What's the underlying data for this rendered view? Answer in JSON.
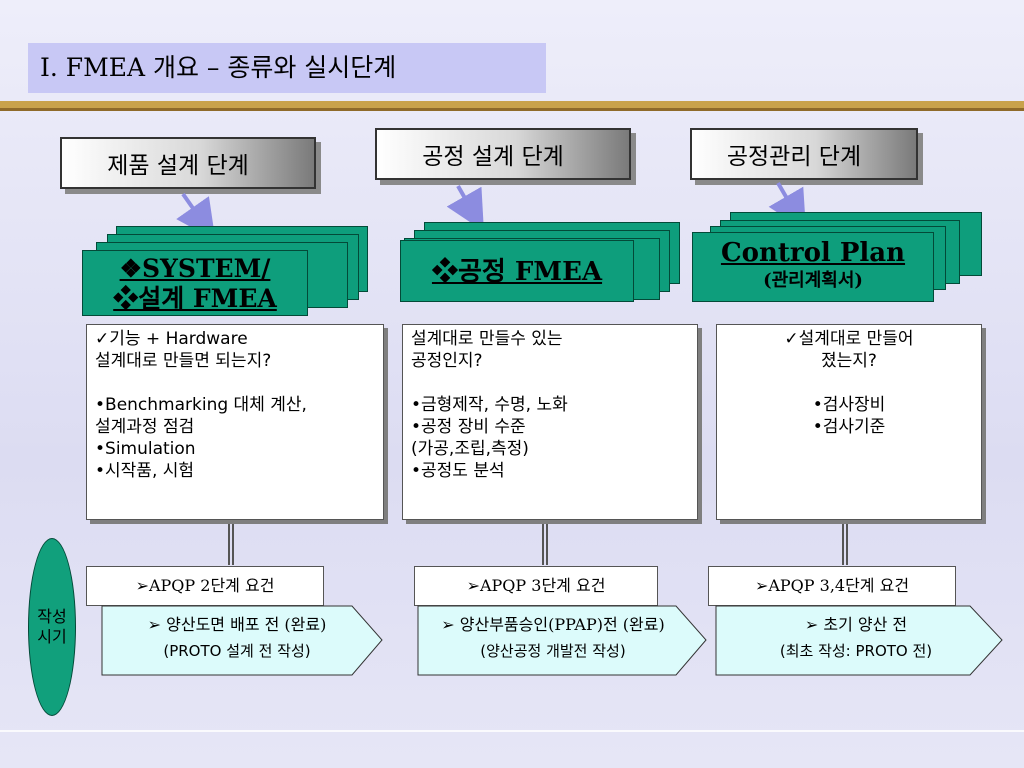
{
  "title": "Ⅰ. FMEA 개요 – 종류와 실시단계",
  "stages": [
    {
      "label": "제품 설계 단계"
    },
    {
      "label": "공정 설계 단계"
    },
    {
      "label": "공정관리 단계"
    }
  ],
  "cards": {
    "design": {
      "line1": "❖SYSTEM/",
      "line2": "❖설계 FMEA"
    },
    "process": {
      "line1": "❖공정 FMEA"
    },
    "control": {
      "line1": "Control Plan",
      "line2": "(관리계획서)"
    }
  },
  "content": {
    "design": {
      "l1": "✓기능 + Hardware",
      "l2": "설계대로 만들면 되는지?",
      "l3": "•Benchmarking 대체 계산,",
      "l4": "설계과정 점검",
      "l5": "•Simulation",
      "l6": "•시작품, 시험"
    },
    "process": {
      "l1": "설계대로 만들수 있는",
      "l2": "공정인지?",
      "l3": "•금형제작, 수명, 노화",
      "l4": "•공정 장비 수준",
      "l5": "(가공,조립,측정)",
      "l6": "•공정도 분석"
    },
    "control": {
      "l1": "✓설계대로 만들어",
      "l2": "졌는지?",
      "l3": "•검사장비",
      "l4": "•검사기준"
    }
  },
  "apqp": [
    "➢APQP 2단계 요건",
    "➢APQP 3단계 요건",
    "➢APQP 3,4단계 요건"
  ],
  "timing": [
    {
      "line1": "➢ 양산도면 배포 전 (완료)",
      "line2": "(PROTO 설계 전 작성)"
    },
    {
      "line1": "➢ 양산부품승인(PPAP)전 (완료)",
      "line2": "(양산공정 개발전 작성)"
    },
    {
      "line1": "➢ 초기 양산 전",
      "line2": "(최초 작성: PROTO 전)"
    }
  ],
  "timing_label": {
    "line1": "작성",
    "line2": "시기"
  },
  "colors": {
    "card": "#0e9e7c",
    "title_bar": "#c8c8f5",
    "rule": "#c9a24b",
    "arrow_fill": "#dcfbfb"
  }
}
